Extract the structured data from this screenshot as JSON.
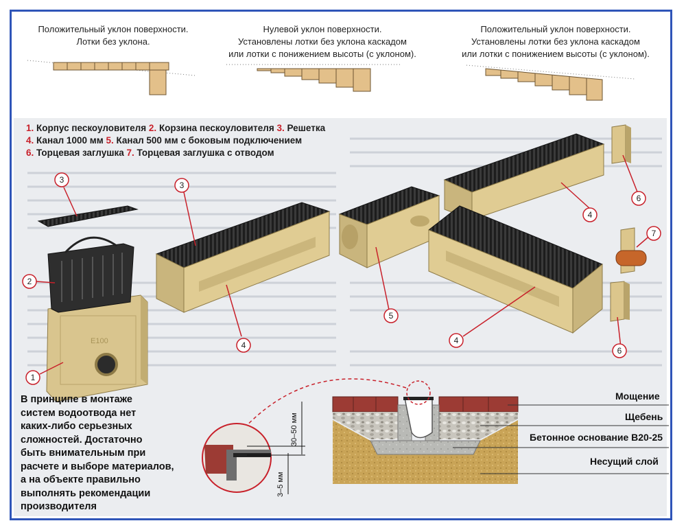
{
  "slope_captions": [
    {
      "text": "Положительный уклон поверхности.\nЛотки без уклона."
    },
    {
      "text": "Нулевой уклон поверхности.\nУстановлены лотки без уклона каскадом\nили лотки с понижением высоты (с уклоном)."
    },
    {
      "text": "Положительный уклон поверхности.\nУстановлены лотки без уклона каскадом\nили лотки с понижением высоты (с уклоном)."
    }
  ],
  "legend": [
    [
      {
        "num": "1.",
        "label": "Корпус пескоуловителя"
      },
      {
        "num": "2.",
        "label": "Корзина пескоуловителя"
      },
      {
        "num": "3.",
        "label": "Решетка"
      }
    ],
    [
      {
        "num": "4.",
        "label": "Канал 1000 мм"
      },
      {
        "num": "5.",
        "label": "Канал 500 мм с боковым подключением"
      }
    ],
    [
      {
        "num": "6.",
        "label": "Торцевая заглушка"
      },
      {
        "num": "7.",
        "label": "Торцевая заглушка с отводом"
      }
    ]
  ],
  "note": "В принципе в монтаже\nсистем водоотвода нет\nкаких-либо серьезных\nсложностей. Достаточно\nбыть внимательным при\nрасчете и выборе материалов,\nа на объекте правильно\nвыполнять рекомендации\nпроизводителя",
  "badges": [
    "1",
    "2",
    "3",
    "3",
    "4",
    "4",
    "4",
    "5",
    "6",
    "6",
    "7"
  ],
  "part_marking": "E100",
  "dimensions": {
    "top_gap": "30–50 мм",
    "bottom_gap": "3–5 мм"
  },
  "layers": [
    {
      "label": "Мощение"
    },
    {
      "label": "Щебень"
    },
    {
      "label": "Бетонное основание В20-25"
    },
    {
      "label": "Несущий слой"
    }
  ],
  "colors": {
    "frame": "#2f55b8",
    "accent_red": "#c8202a",
    "channel_body": "#d9c58e",
    "grate": "#2a2a2a",
    "paving": "#9c3b34"
  }
}
